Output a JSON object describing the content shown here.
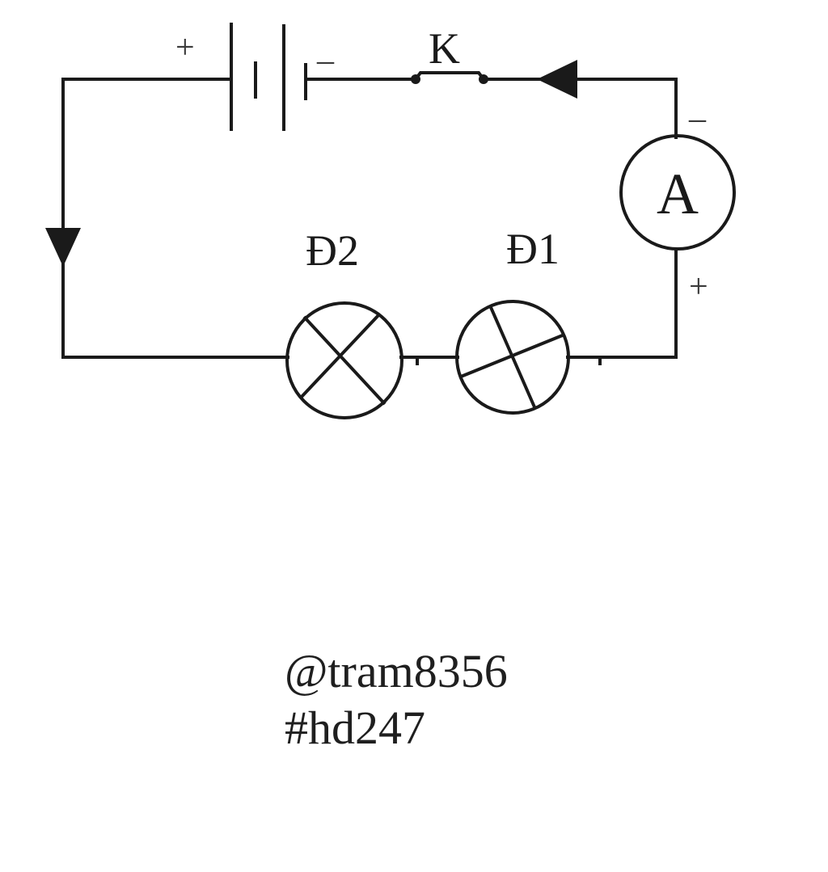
{
  "battery": {
    "positive_sign": "+",
    "negative_sign": "–"
  },
  "switch": {
    "label": "K"
  },
  "ammeter": {
    "label": "A",
    "negative_sign": "–",
    "positive_sign": "+"
  },
  "lamps": [
    {
      "label": "Đ2"
    },
    {
      "label": "Đ1"
    }
  ],
  "watermark": {
    "line1": "@tram8356",
    "line2": "#hd247"
  }
}
